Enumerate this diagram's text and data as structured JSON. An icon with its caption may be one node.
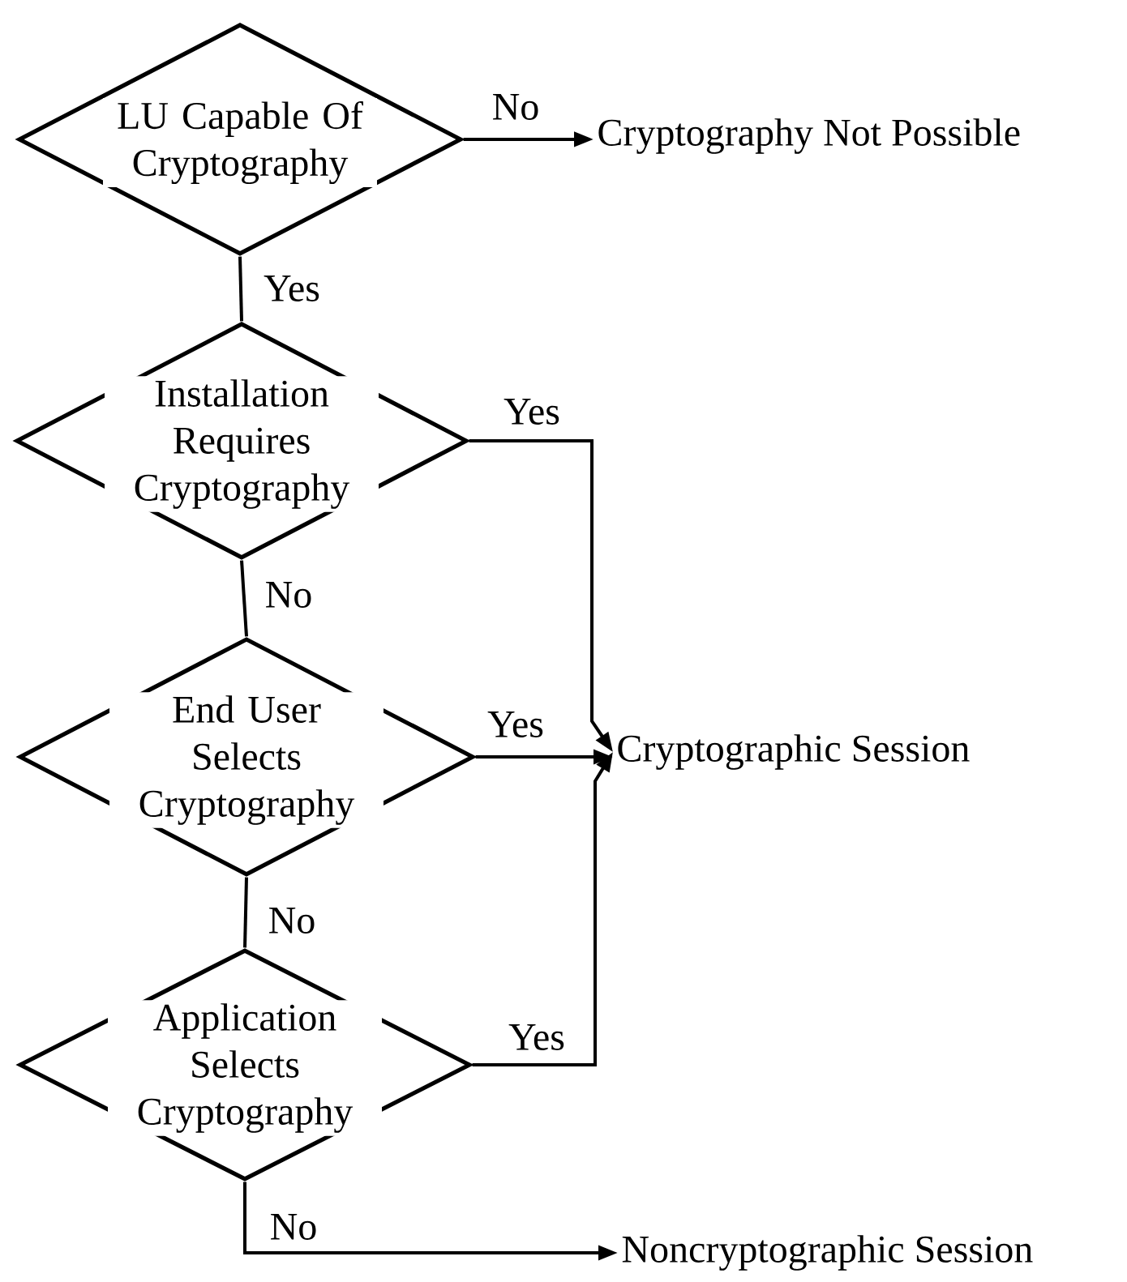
{
  "diagram": {
    "nodes": [
      {
        "text": [
          "LU Capable Of Cryptography"
        ]
      },
      {
        "text": [
          "Installation Requires Cryptography"
        ]
      },
      {
        "text": [
          "End User Selects Cryptography"
        ]
      },
      {
        "text": [
          "Application Selects Cryptography"
        ]
      },
      {
        "text": [
          "Cryptography Not Possible"
        ]
      },
      {
        "text": [
          "Cryptographic Session"
        ]
      },
      {
        "text": [
          "Noncryptographic Session"
        ]
      }
    ],
    "edges": [
      {
        "from": 0,
        "to": 4,
        "arrow": "to",
        "label": "No"
      },
      {
        "from": 0,
        "to": 1,
        "arrow": "none",
        "label": "Yes"
      },
      {
        "from": 1,
        "to": 5,
        "arrow": "to",
        "label": "Yes"
      },
      {
        "from": 1,
        "to": 2,
        "arrow": "none",
        "label": "No"
      },
      {
        "from": 2,
        "to": 5,
        "arrow": "to",
        "label": "Yes"
      },
      {
        "from": 2,
        "to": 3,
        "arrow": "none",
        "label": "No"
      },
      {
        "from": 3,
        "to": 5,
        "arrow": "to",
        "label": "Yes"
      },
      {
        "from": 3,
        "to": 6,
        "arrow": "to",
        "label": "No"
      }
    ]
  }
}
